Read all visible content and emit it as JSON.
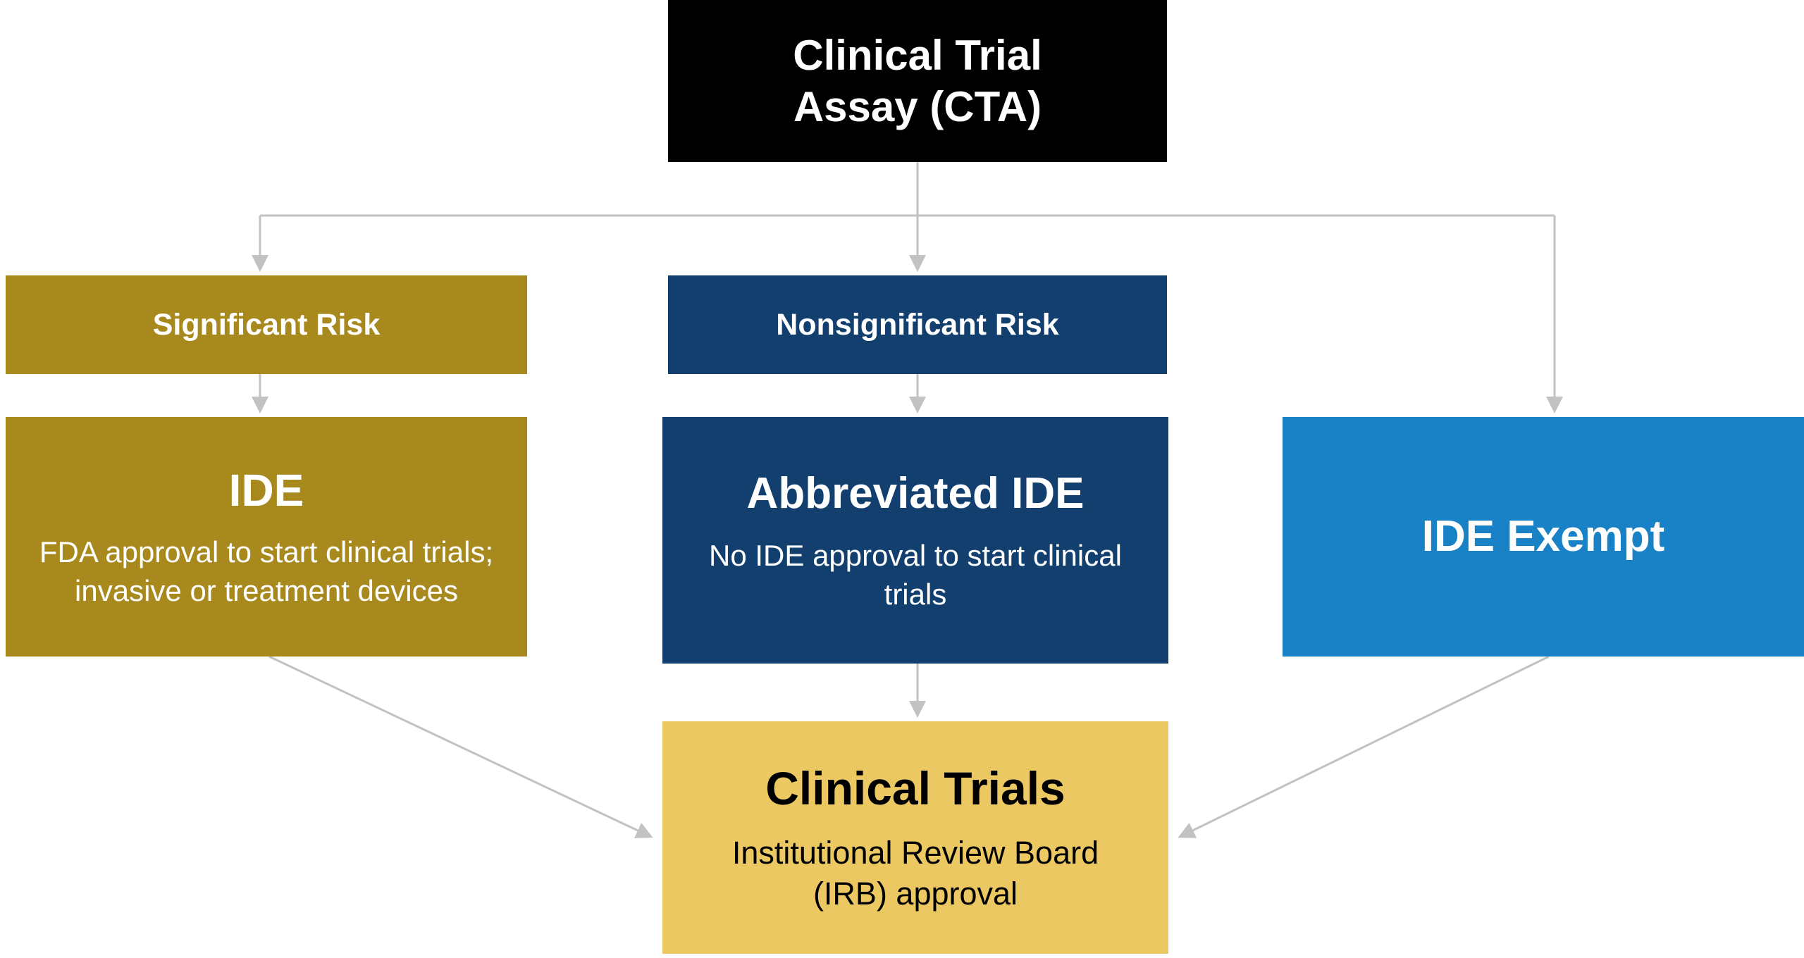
{
  "colors": {
    "cta_box": "#000000",
    "significant_risk_box": "#A8891E",
    "nonsignificant_risk_box": "#123F6E",
    "ide_exempt_box": "#1981C5",
    "clinical_trials_box": "#EBC862",
    "arrow": "#C2C2C2",
    "light_text": "#FFFFFF",
    "dark_text": "#000000"
  },
  "nodes": {
    "cta": {
      "title": "Clinical Trial\nAssay (CTA)"
    },
    "significant_risk": {
      "title": "Significant Risk"
    },
    "nonsignificant_risk": {
      "title": "Nonsignificant Risk"
    },
    "ide": {
      "title": "IDE",
      "description": "FDA approval to start clinical trials; invasive or treatment devices"
    },
    "abbreviated_ide": {
      "title": "Abbreviated IDE",
      "description": "No IDE approval to start clinical trials"
    },
    "ide_exempt": {
      "title": "IDE Exempt"
    },
    "clinical_trials": {
      "title": "Clinical Trials",
      "description": "Institutional Review Board (IRB) approval"
    }
  },
  "edges": [
    {
      "from": "cta",
      "to": "significant_risk"
    },
    {
      "from": "cta",
      "to": "nonsignificant_risk"
    },
    {
      "from": "cta",
      "to": "ide_exempt"
    },
    {
      "from": "significant_risk",
      "to": "ide"
    },
    {
      "from": "nonsignificant_risk",
      "to": "abbreviated_ide"
    },
    {
      "from": "ide",
      "to": "clinical_trials"
    },
    {
      "from": "abbreviated_ide",
      "to": "clinical_trials"
    },
    {
      "from": "ide_exempt",
      "to": "clinical_trials"
    }
  ]
}
